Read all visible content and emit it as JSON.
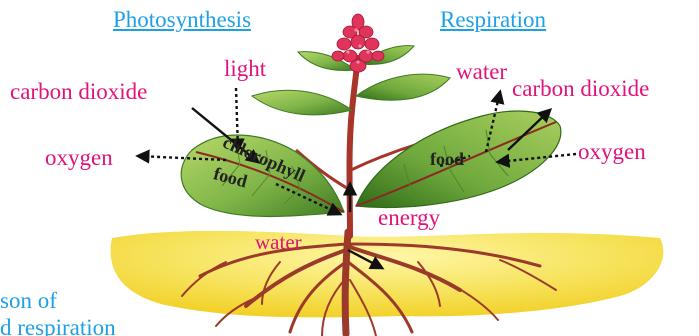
{
  "headings": {
    "left": "Photosynthesis",
    "right": "Respiration"
  },
  "labels": {
    "light": "light",
    "carbon_dioxide_left": "carbon dioxide",
    "oxygen_left": "oxygen",
    "chlorophyll": "chlorophyll",
    "food_left": "food",
    "water_bottom": "water",
    "energy": "energy",
    "water_top": "water",
    "carbon_dioxide_right": "carbon dioxide",
    "oxygen_right": "oxygen",
    "food_right": "food"
  },
  "caption": {
    "line1": "son of",
    "line2": "d respiration"
  },
  "colors": {
    "label": "#e0137a",
    "heading": "#1ea0e6",
    "leaf": "#7fb548",
    "leaf_dark": "#3f7a22",
    "stem": "#a8342a",
    "flower": "#e0345a",
    "soil": "#f4dc3c",
    "root": "#9b3a2a"
  }
}
